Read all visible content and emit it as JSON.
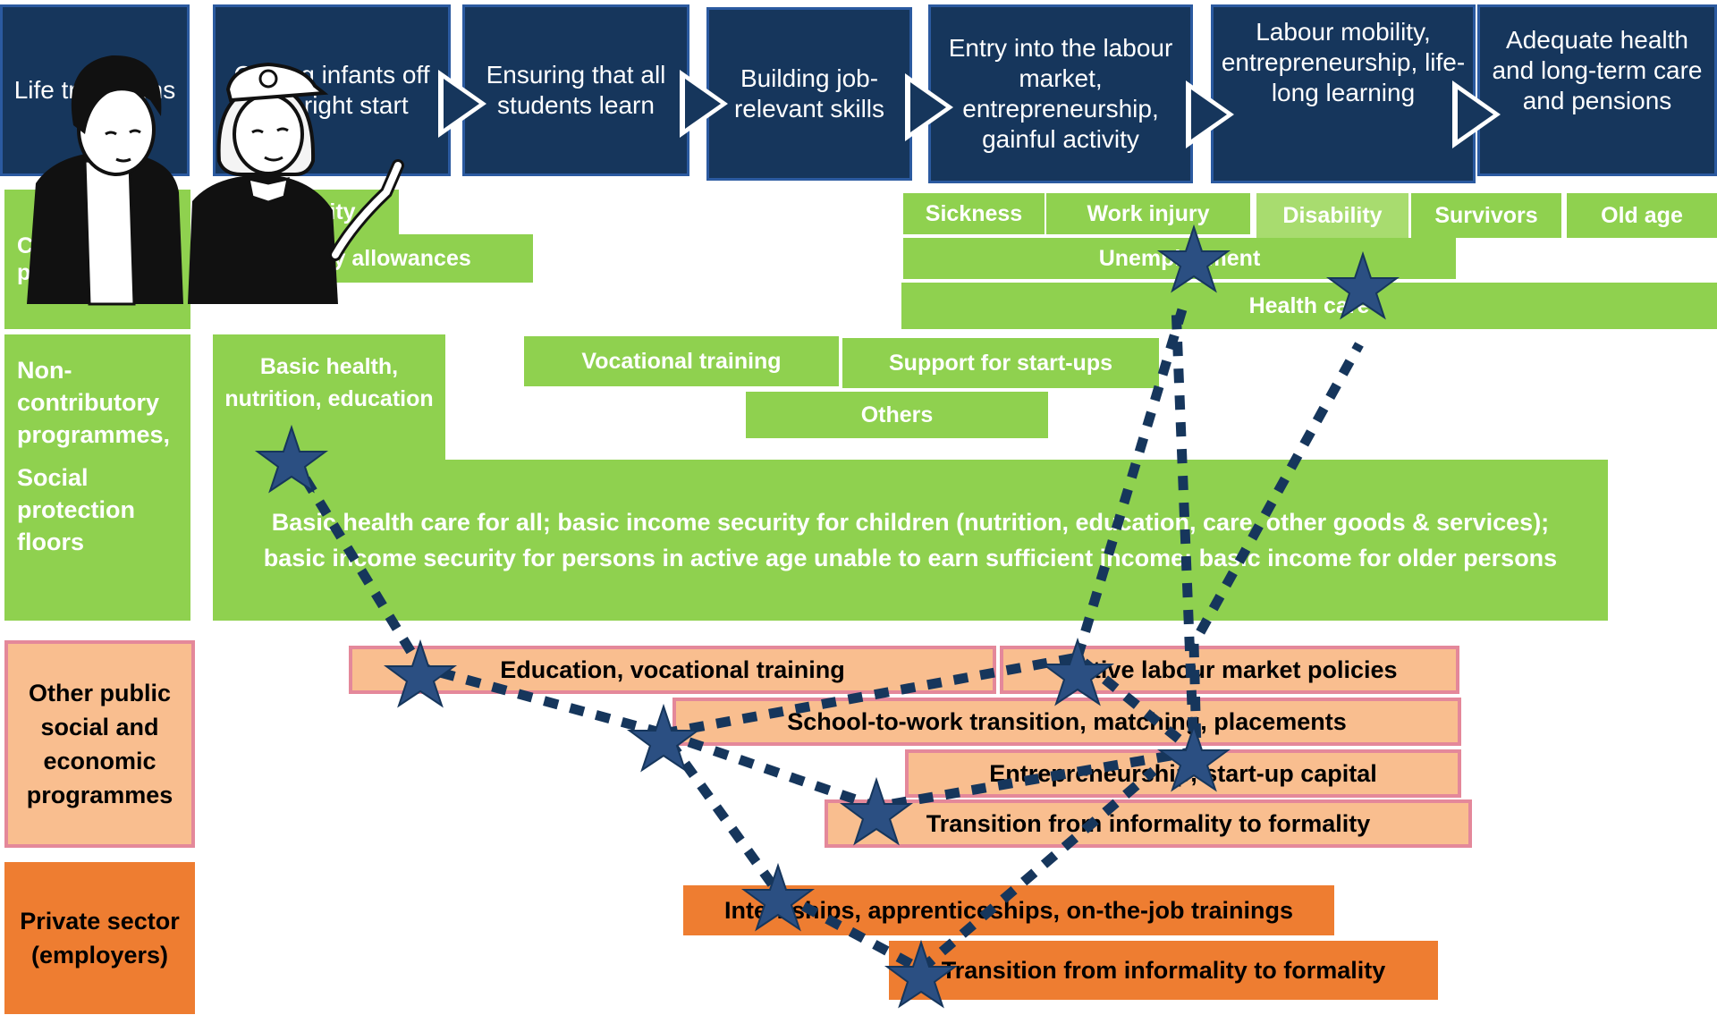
{
  "stages": [
    {
      "label": "Life transitions"
    },
    {
      "label": "Getting infants off to a right start"
    },
    {
      "label": "Ensuring that all students learn"
    },
    {
      "label": "Building job-relevant skills"
    },
    {
      "label": "Entry into the labour market, entrepreneurship, gainful activity"
    },
    {
      "label": "Labour mobility, entrepreneurship, life-long learning"
    },
    {
      "label": "Adequate health and long-term care and pensions"
    }
  ],
  "contributory": {
    "left_label": "Contributory programmes",
    "maternity": "Maternity",
    "family_allowances": "Family allowances",
    "sickness": "Sickness",
    "work_injury": "Work injury",
    "disability": "Disability",
    "survivors": "Survivors",
    "old_age": "Old age",
    "unemployment": "Unemployment",
    "health_care": "Health care"
  },
  "noncontributory": {
    "left_label": "Non-contributory programmes,",
    "left_label2": "Social protection floors",
    "basic_health": "Basic health, nutrition, education",
    "vocational": "Vocational training",
    "startups": "Support for start-ups",
    "others": "Others",
    "floor_line1": "Basic health care for all; basic income security for children (nutrition, education, care, other goods & services);",
    "floor_line2": "basic income security for persons in active age unable to earn sufficient income; basic income for older persons"
  },
  "other_public": {
    "left_label": "Other public social and economic programmes",
    "education": "Education, vocational training",
    "almp": "Active labour market policies",
    "school_to_work": "School-to-work transition, matching, placements",
    "entrepreneurship": "Entrepreneurship, start-up capital",
    "informality": "Transition from informality to formality"
  },
  "private": {
    "left_label": "Private sector (employers)",
    "internships": "Internships, apprenticeships, on-the-job trainings",
    "informality": "Transition from informality to formality"
  },
  "colors": {
    "navy": "#16365c",
    "green": "#8fd14f",
    "peach": "#f9be8f",
    "orange": "#ee7d31",
    "path": "#16365c",
    "star": "#2b4f82"
  },
  "icons": [
    "boy-character-icon",
    "girl-character-icon",
    "star-icon"
  ]
}
